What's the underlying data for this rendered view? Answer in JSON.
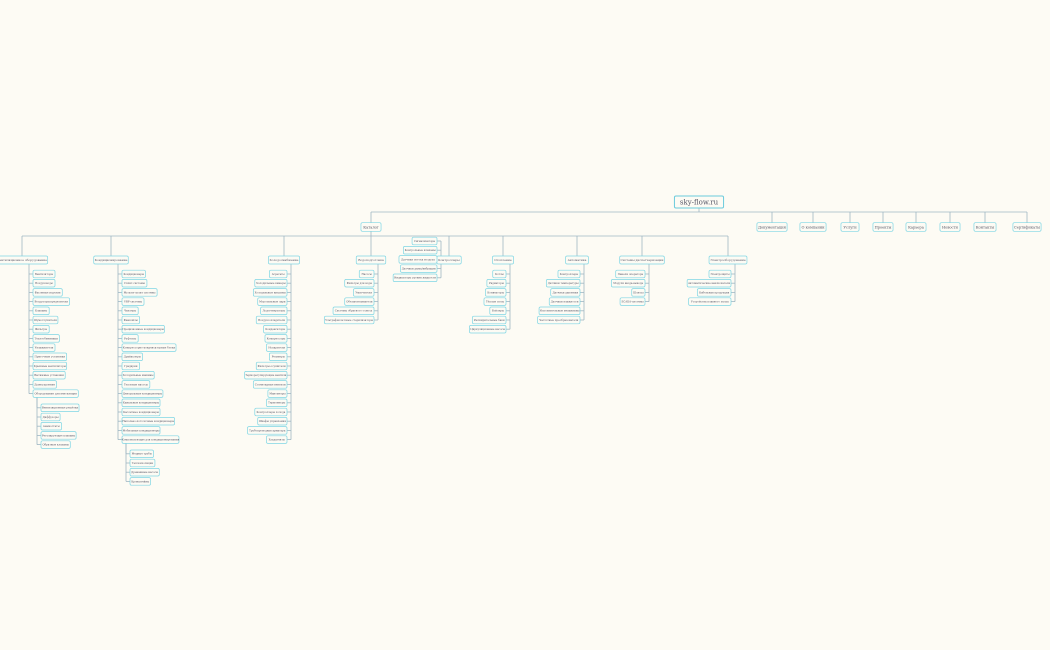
{
  "root": "sky-flow.ru",
  "main": "Каталог",
  "top_items": [
    "Документация",
    "О компании",
    "Услуги",
    "Проекты",
    "Карьера",
    "Новости",
    "Контакты",
    "Сертификаты"
  ],
  "shelf": [
    "Сигнализаторы",
    "Контрольные клапаны",
    "Датчики потока воздуха",
    "Датчики дыма/вибрации",
    "Индикаторы уровня жидкости"
  ],
  "shelf_parent": "Контроллеры",
  "columns": [
    {
      "title": "Вентиляционное оборудование",
      "items": [
        "Вентиляторы",
        "Воздуховоды",
        "Фасонные изделия",
        "Воздухораспределители",
        "Клапаны",
        "Шумоглушители",
        "Фильтры",
        "Теплообменники",
        "Увлажнители",
        "Приточные установки",
        "Крышные вентиляторы",
        "Вытяжные установки",
        "Дымоудаление",
        {
          "label": "Оборудование для вентиляции",
          "children": [
            "Вентиляционные решётки",
            "Диффузоры",
            "Анемостаты",
            "Регулирующие клапаны",
            "Обратные клапаны"
          ]
        }
      ]
    },
    {
      "title": "Кондиционирование",
      "items": [
        "Кондиционеры",
        "Сплит-системы",
        "Мульти-сплит системы",
        "VRF-системы",
        "Чиллеры",
        "Фанкойлы",
        "Прецизионные кондиционеры",
        "Руфтопы",
        "Компрессорно-конденсаторные блоки",
        "Драйкулеры",
        "Градирни",
        "Холодильные машины",
        "Тепловые насосы",
        "Центральные кондиционеры",
        "Канальные кондиционеры",
        "Кассетные кондиционеры",
        "Напольно-потолочные кондиционеры",
        "Мобильные кондиционеры",
        {
          "label": "Комплектующие для кондиционирования",
          "children": [
            "Медные трубы",
            "Теплоизоляция",
            "Дренажные насосы",
            "Кронштейны"
          ]
        }
      ]
    },
    {
      "title": "Холодоснабжение",
      "items": [
        "Агрегаты",
        "Холодильные камеры",
        "Холодильные витрины",
        "Морозильные лари",
        "Льдогенераторы",
        "Воздухоохладители",
        "Конденсаторы",
        "Компрессоры",
        "Испарители",
        "Ресиверы",
        "Фильтры-осушители",
        "Терморегулирующие вентили",
        "Соленоидные вентили",
        "Манометры",
        "Термометры",
        "Контроллеры холода",
        "Шкафы управления",
        "Трубопроводная арматура",
        "Хладагенты"
      ]
    },
    {
      "title": "Водоподготовка",
      "items": [
        "Насосы",
        "Фильтры для воды",
        "Умягчители",
        "Обезжелезиватели",
        "Системы обратного осмоса",
        "Ультрафиолетовые стерилизаторы"
      ]
    },
    {
      "title": "Отопление",
      "items": [
        "Котлы",
        "Радиаторы",
        "Конвекторы",
        "Тёплые полы",
        "Бойлеры",
        "Расширительные баки",
        "Циркуляционные насосы"
      ]
    },
    {
      "title": "Автоматика",
      "items": [
        "Контроллеры",
        "Датчики температуры",
        "Датчики давления",
        "Датчики влажности",
        "Исполнительные механизмы",
        "Частотные преобразователи"
      ]
    },
    {
      "title": "Системы диспетчеризации",
      "items": [
        "Панели оператора",
        "Модули ввода-вывода",
        "Шлюзы",
        "SCADA-системы"
      ]
    },
    {
      "title": "Электрооборудование",
      "items": [
        "Электрощиты",
        "Автоматические выключатели",
        "Кабельная продукция",
        "Устройства плавного пуска"
      ]
    }
  ]
}
